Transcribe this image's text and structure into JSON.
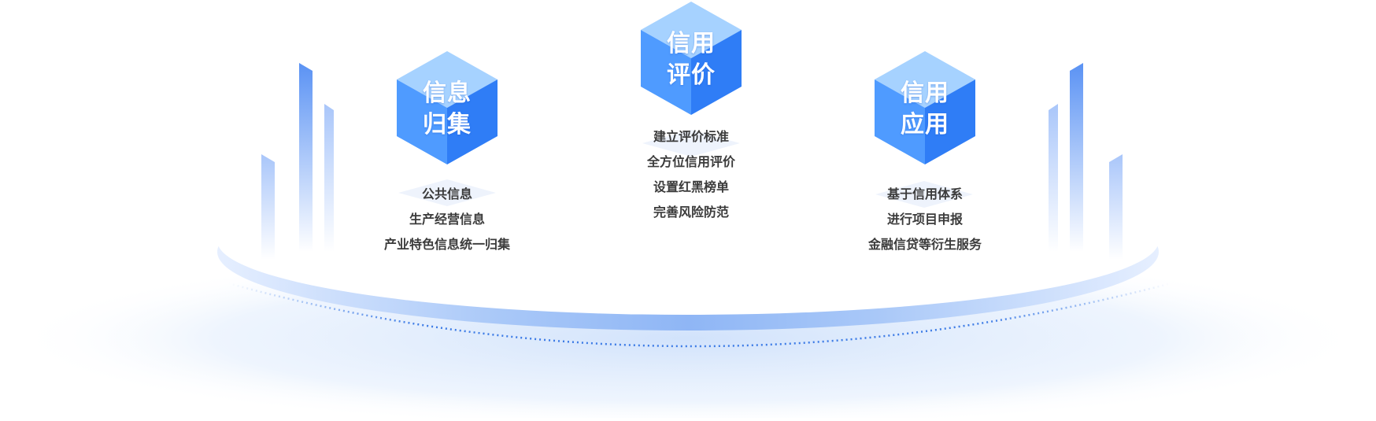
{
  "colors": {
    "cube_top": "#a5d3ff",
    "cube_left": "#4b98ff",
    "cube_right": "#2f7cf6",
    "ring": "#8eb8f6",
    "text": "#3b3b3b"
  },
  "cards": [
    {
      "title_lines": [
        "信息",
        "归集"
      ],
      "items": [
        "公共信息",
        "生产经营信息",
        "产业特色信息统一归集"
      ]
    },
    {
      "title_lines": [
        "信用",
        "评价"
      ],
      "items": [
        "建立评价标准",
        "全方位信用评价",
        "设置红黑榜单",
        "完善风险防范"
      ]
    },
    {
      "title_lines": [
        "信用",
        "应用"
      ],
      "items": [
        "基于信用体系",
        "进行项目申报",
        "金融信贷等衍生服务"
      ]
    }
  ]
}
